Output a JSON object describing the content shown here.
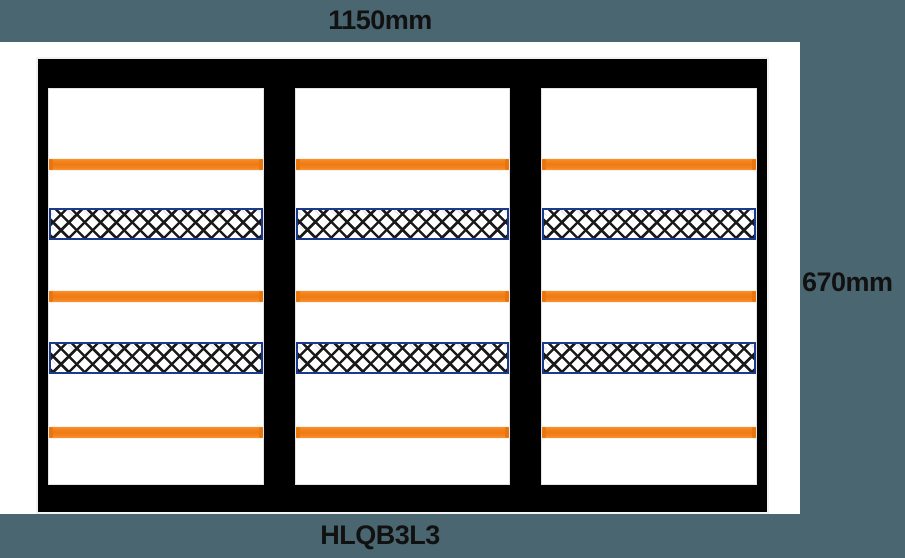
{
  "background_color": "#4a6670",
  "canvas_color": "#ffffff",
  "dimensions": {
    "width_label": "1150mm",
    "height_label": "670mm"
  },
  "product": {
    "model_code": "HLQB3L3",
    "frame_color": "#000000",
    "panel_count": 3,
    "panel_background": "#ffffff",
    "rail_color": "#f58220",
    "mesh_border_color": "#1b3a8c",
    "mesh_hatch_color": "#1a1a1a",
    "panels": [
      {
        "name": "left-panel",
        "elements": [
          {
            "type": "rail",
            "top_pct": 17.4
          },
          {
            "type": "mesh",
            "top_pct": 30.0
          },
          {
            "type": "rail",
            "top_pct": 51.0
          },
          {
            "type": "mesh",
            "top_pct": 64.0
          },
          {
            "type": "rail",
            "top_pct": 85.2
          }
        ]
      },
      {
        "name": "center-panel",
        "elements": [
          {
            "type": "rail",
            "top_pct": 17.4
          },
          {
            "type": "mesh",
            "top_pct": 30.0
          },
          {
            "type": "rail",
            "top_pct": 51.0
          },
          {
            "type": "mesh",
            "top_pct": 64.0
          },
          {
            "type": "rail",
            "top_pct": 85.2
          }
        ]
      },
      {
        "name": "right-panel",
        "elements": [
          {
            "type": "rail",
            "top_pct": 17.4
          },
          {
            "type": "mesh",
            "top_pct": 30.0
          },
          {
            "type": "rail",
            "top_pct": 51.0
          },
          {
            "type": "mesh",
            "top_pct": 64.0
          },
          {
            "type": "rail",
            "top_pct": 85.2
          }
        ]
      }
    ]
  }
}
